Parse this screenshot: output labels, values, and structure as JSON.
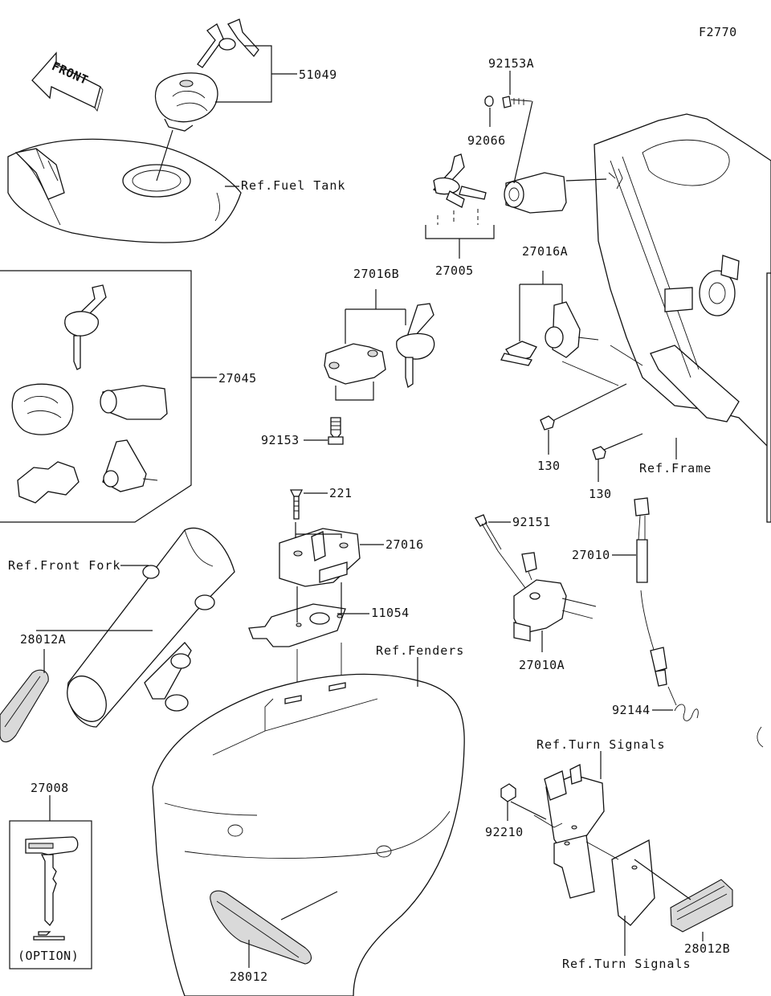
{
  "figure_code": "F2770",
  "front_arrow_text": "FRONT",
  "parts": {
    "p51049": "51049",
    "p92153A": "92153A",
    "p92066": "92066",
    "p27005": "27005",
    "p27016B": "27016B",
    "p27016A": "27016A",
    "p27045": "27045",
    "p92153": "92153",
    "p130a": "130",
    "p130b": "130",
    "p221": "221",
    "p27016": "27016",
    "p11054": "11054",
    "p92151": "92151",
    "p27010": "27010",
    "p27010A": "27010A",
    "p28012A": "28012A",
    "p92144": "92144",
    "p27008": "27008",
    "p92210": "92210",
    "p28012": "28012",
    "p28012B": "28012B"
  },
  "refs": {
    "fuel_tank": "Ref.Fuel Tank",
    "frame": "Ref.Frame",
    "front_fork": "Ref.Front Fork",
    "fenders": "Ref.Fenders",
    "turn_signals_top": "Ref.Turn Signals",
    "turn_signals_bottom": "Ref.Turn Signals"
  },
  "option_text": "(OPTION)"
}
